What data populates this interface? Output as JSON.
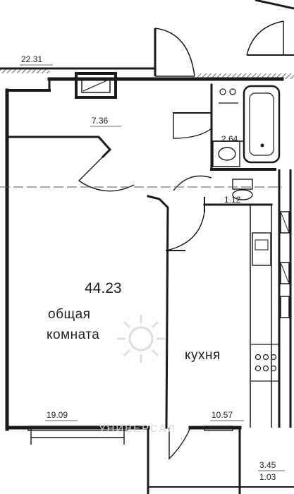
{
  "plan": {
    "total_area": "44.23",
    "room_label_line1": "общая",
    "room_label_line2": "комната",
    "kitchen_label": "кухня",
    "watermark": "УНИВЕРСАЛ",
    "areas": {
      "top_left": "22.31",
      "hall": "7.36",
      "bathroom": "2.64",
      "wc": "1.12",
      "living": "19.09",
      "kitchen": "10.57",
      "balcony": "3.45",
      "balcony_2": "1.03"
    }
  },
  "colors": {
    "wall": "#1a1a1a",
    "hatch": "#444444",
    "watermark": "#d8d8d8"
  }
}
